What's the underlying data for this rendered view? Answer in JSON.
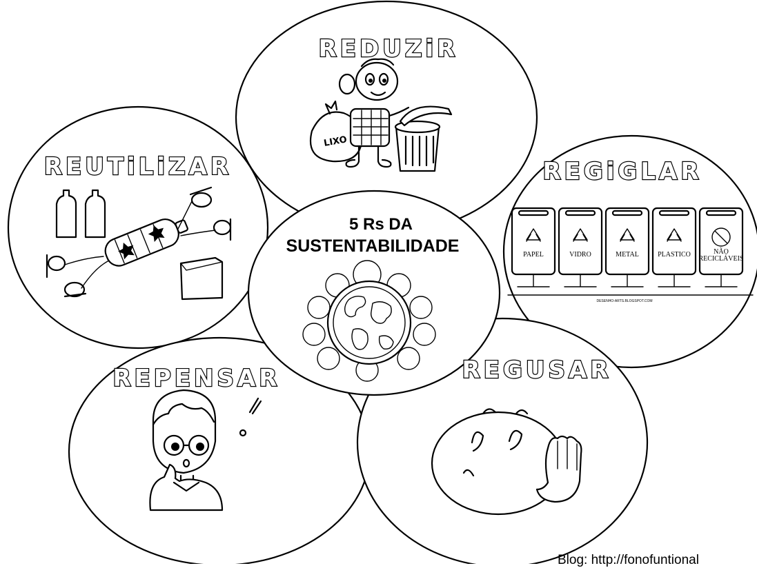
{
  "diagram": {
    "center": {
      "line1": "5 Rs DA",
      "line2": "SUSTENTABILIDADE"
    },
    "circles": {
      "reduzir": {
        "title": "REDUZiR",
        "bag_label": "LIXO"
      },
      "reutilizar": {
        "title": "REUTiLiZAR"
      },
      "reciclar": {
        "title": "REGiGLAR",
        "bins": [
          "PAPEL",
          "VIDRO",
          "METAL",
          "PLASTICO"
        ],
        "last_bin": {
          "line1": "NÃO",
          "line2": "RECICLÁVEIS"
        },
        "site": "DESENHO-ARTS.BLOGSPOT.COM"
      },
      "repensar": {
        "title": "REPENSAR"
      },
      "recusar": {
        "title": "REGUSAR"
      }
    }
  },
  "credit": "Blog: http://fonofuntional"
}
